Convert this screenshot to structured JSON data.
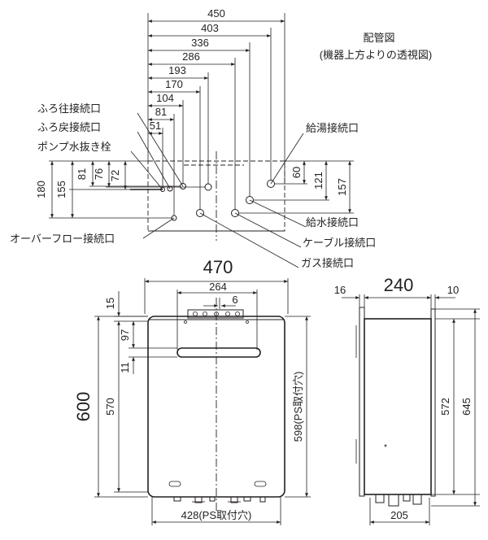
{
  "title": "配管図",
  "subtitle": "(機器上方よりの透視図)",
  "top_view": {
    "widths": [
      "450",
      "403",
      "336",
      "286",
      "193",
      "170",
      "104",
      "81",
      "51"
    ],
    "heights_left": [
      "180",
      "155",
      "81",
      "76",
      "72"
    ],
    "heights_right": [
      "60",
      "121",
      "157"
    ],
    "labels_left": [
      "ふろ往接続口",
      "ふろ戻接続口",
      "ポンプ水抜き栓",
      "オーバーフロー接続口"
    ],
    "labels_right": [
      "給湯接続口",
      "給水接続口",
      "ケーブル接続口",
      "ガス接続口"
    ]
  },
  "front_view": {
    "width": "470",
    "inner_width": "264",
    "offset": "6",
    "height": "600",
    "inner_height": "570",
    "top_gap": "15",
    "d97": "97",
    "d11": "11",
    "right_height": "598(PS取付穴)",
    "bottom_width": "428(PS取付穴)"
  },
  "side_view": {
    "depth": "240",
    "left_gap": "16",
    "right_gap": "10",
    "h572": "572",
    "h645": "645",
    "bottom_depth": "205"
  }
}
